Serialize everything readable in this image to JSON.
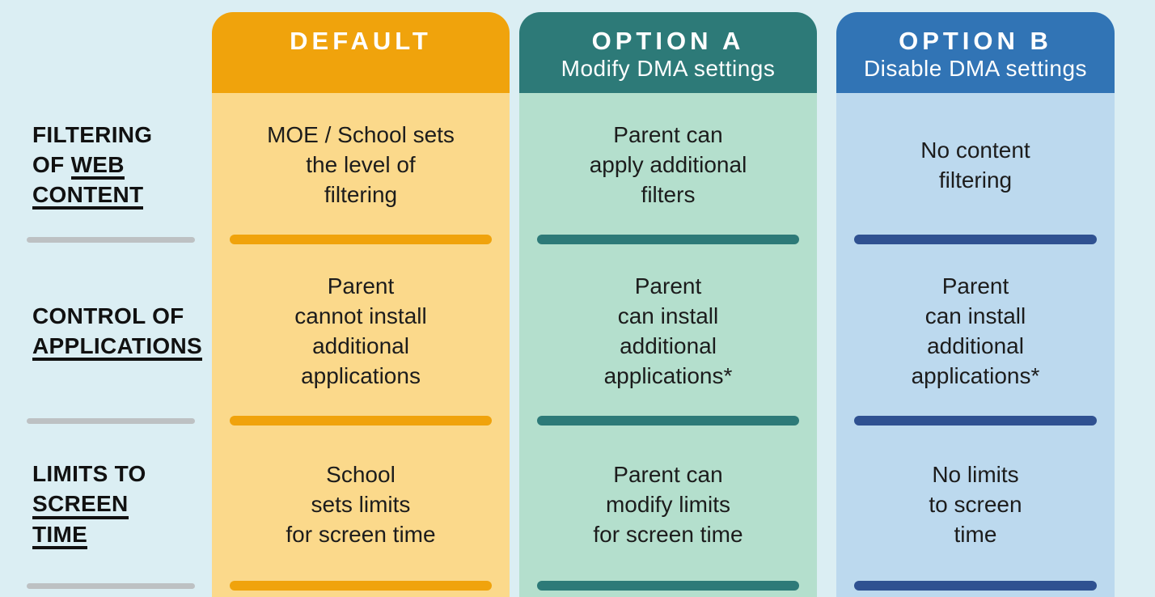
{
  "title": "DMA settings options comparison table",
  "colors": {
    "page_background": "#dbeef3",
    "default_header": "#f0a30c",
    "default_body": "#fbd98b",
    "default_divider": "#f0a30c",
    "option_a_header": "#2d7a78",
    "option_a_body": "#b4dfcd",
    "option_a_divider": "#2d7a78",
    "option_b_header": "#3174b5",
    "option_b_body": "#bcd9ee",
    "option_b_divider": "#2f5191",
    "label_divider": "#bdc1c3",
    "header_text": "#ffffff",
    "cell_text": "#1c1c1c"
  },
  "row_labels": [
    {
      "line1": "FILTERING",
      "line2_plain": "OF",
      "line2_u": "WEB",
      "line3_u": "CONTENT"
    },
    {
      "line1": "CONTROL OF",
      "line2_u": "APPLICATIONS"
    },
    {
      "line1": "LIMITS TO",
      "line2_u": "SCREEN",
      "line3_u": "TIME"
    }
  ],
  "columns": [
    {
      "id": "default",
      "title": "DEFAULT",
      "subtitle": "",
      "cells": [
        [
          "MOE / School sets",
          "the level of",
          "filtering"
        ],
        [
          "Parent",
          "cannot install",
          "additional",
          "applications"
        ],
        [
          "School",
          "sets limits",
          "for screen time"
        ]
      ]
    },
    {
      "id": "option-a",
      "title": "OPTION A",
      "subtitle": "Modify DMA settings",
      "cells": [
        [
          "Parent can",
          "apply additional",
          "filters"
        ],
        [
          "Parent",
          "can install",
          "additional",
          "applications*"
        ],
        [
          "Parent can",
          "modify limits",
          "for screen time"
        ]
      ]
    },
    {
      "id": "option-b",
      "title": "OPTION B",
      "subtitle": "Disable DMA settings",
      "cells": [
        [
          "No content",
          "filtering"
        ],
        [
          "Parent",
          "can install",
          "additional",
          "applications*"
        ],
        [
          "No limits",
          "to screen",
          "time"
        ]
      ]
    }
  ]
}
